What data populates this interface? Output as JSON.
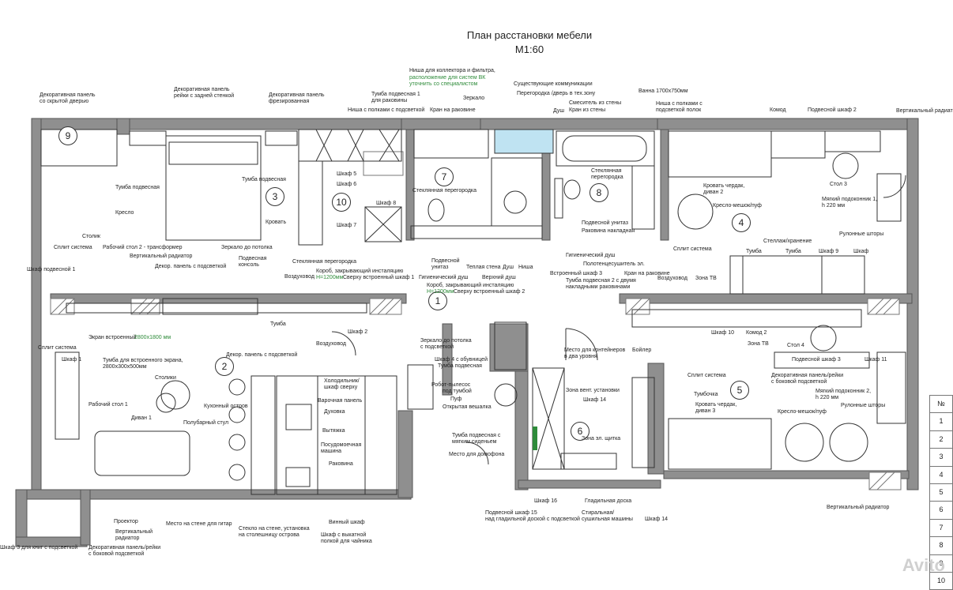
{
  "title": {
    "line1": "План расстановки мебели",
    "line2": "М1:60"
  },
  "rooms": [
    "1",
    "2",
    "3",
    "4",
    "5",
    "6",
    "7",
    "8",
    "9",
    "10"
  ],
  "legend": {
    "header": "№",
    "rows": [
      "1",
      "2",
      "3",
      "4",
      "5",
      "6",
      "7",
      "8",
      "9",
      "10"
    ]
  },
  "watermark": "Avito",
  "labels": {
    "l1": "Декоративная панель",
    "l2": "со скрытой дверью",
    "l3": "Декоративная панель",
    "l4": "рейки с задней стенкой",
    "l5": "Декоративная панель",
    "l6": "фрезированная",
    "l7": "Ниша для коллектора и фильтра,",
    "l8": "расположение для систем ВК",
    "l9": "уточнить со специалистом",
    "l10": "Существующие коммуникации",
    "l11": "Тумба подвесная 1",
    "l12": "для раковины",
    "l13": "Зеркало",
    "l14": "Перегородка /дверь в тех.зону",
    "l15": "Ванна 1700х750мм",
    "l16": "Ниша с полками с подсветкой",
    "l17": "Кран на раковине",
    "l18": "Душ",
    "l19": "Смеситель из стены",
    "l20": "Кран из стены",
    "l21": "Ниша с полками с",
    "l22": "подсветкой полок",
    "l23": "Комод",
    "l24": "Подвесной шкаф 2",
    "l25": "Вертикальный радиатор",
    "l26": "Тумба подвесная",
    "l27": "Тумба подвесная",
    "l28": "Шкаф 5",
    "l29": "Шкаф 6",
    "l30": "Стеклянная перегородка",
    "l31": "Стеклянная",
    "l32": "перегородка",
    "l33": "Кровать чердак,",
    "l34": "диван 2",
    "l35": "Стол 3",
    "l36": "Кресло",
    "l37": "Шкаф 8",
    "l38": "Мягкий подоконник 1,",
    "l39": "h 220 мм",
    "l40": "Кресло-мешок/пуф",
    "l41": "Кровать",
    "l42": "Шкаф 7",
    "l43": "Подвесной унитаз",
    "l44": "Раковина накладная",
    "l45": "Столик",
    "l46": "Рулонные шторы",
    "l47": "Стеллаж/хранение",
    "l48": "Сплит система",
    "l49": "Рабочий стол 2 - трансформер",
    "l50": "Зеркало до потолка",
    "l51": "Вертикальный радиатор",
    "l52": "Подвесная",
    "l53": "консоль",
    "l54": "Тумба",
    "l55": "Тумба",
    "l56": "Шкаф 9",
    "l57": "Шкаф",
    "l58": "Гигиенический душ",
    "l59": "Сплит система",
    "l60": "Шкаф подвесной 1",
    "l61": "Декор. панель с подсветкой",
    "l62": "Стеклянная перегородка",
    "l63": "Подвесной",
    "l64": "унитаз",
    "l65": "Теплая стена",
    "l66": "Душ",
    "l67": "Ниша",
    "l68": "Полотенцесушитель эл.",
    "l69": "Встроенный шкаф 3",
    "l70": "Кран на раковине",
    "l71": "Воздуховод",
    "l72": "Короб, закрывающий инсталяцию",
    "l73": "Н=1200мм",
    "l74": "Сверху встроенный шкаф 1",
    "l75": "Гигиенический душ",
    "l76": "Верхний душ",
    "l77": "Воздуховод",
    "l78": "Зона ТВ",
    "l79": "Тумба подвесная 2 с двумя",
    "l80": "накладными раковинами",
    "l81": "Короб, закрывающий инсталяцию",
    "l82": "Н=1200мм",
    "l83": "Сверху встроенный шкаф 2",
    "l84": "Тумба",
    "l85": "Шкаф 2",
    "l86": "Экран встроенный",
    "l87": "2800х1800 мм",
    "l88": "Зеркало до потолка",
    "l89": "с подсветкой",
    "l90": "Шкаф 10",
    "l91": "Комод 2",
    "l92": "Сплит система",
    "l93": "Воздуховод",
    "l94": "Место для контейнеров",
    "l95": "в два уровня",
    "l96": "Бойлер",
    "l97": "Зона ТВ",
    "l98": "Стол 4",
    "l99": "Шкаф 11",
    "l100": "Шкаф 1",
    "l101": "Тумба для встроенного экрана,",
    "l102": "2800х300х500мм",
    "l103": "Декор. панель с подсветкой",
    "l104": "Шкаф 4 с обувницей",
    "l105": "Подвесной шкаф 3",
    "l106": "Холодильник/",
    "l107": "шкаф сверху",
    "l108": "Тумба подвесная",
    "l109": "Сплит система",
    "l110": "Декоративная панель/рейки",
    "l111": "с боковой подсветкой",
    "l112": "Столики",
    "l113": "Варочная панель",
    "l114": "Робот-пылесос",
    "l115": "под тумбой",
    "l116": "Мягкий подоконник 2,",
    "l117": "h 220 мм",
    "l118": "Кухонный остров",
    "l119": "Духовка",
    "l120": "Пуф",
    "l121": "Зона вент. установки",
    "l122": "Тумбочка",
    "l123": "Рабочий стол 1",
    "l124": "Открытая вешалка",
    "l125": "Шкаф 14",
    "l126": "Кровать чердак,",
    "l127": "диван 3",
    "l128": "Рулонные шторы",
    "l129": "Диван 1",
    "l130": "Полубарный стул",
    "l131": "Вытяжка",
    "l132": "Кресло-мешок/пуф",
    "l133": "Тумба подвесная с",
    "l134": "мягким сиденьем",
    "l135": "Зона эл. щитка",
    "l136": "Посудомоечная",
    "l137": "машина",
    "l138": "Место для домофона",
    "l139": "Раковина",
    "l140": "Шкаф 16",
    "l141": "Гладильная доска",
    "l142": "Вертикальный радиатор",
    "l143": "Подвесной шкаф 15",
    "l144": "над гладильной доской с подсветкой",
    "l145": "Стиральная/",
    "l146": "сушильная машины",
    "l147": "Шкаф 14",
    "l148": "Проектор",
    "l149": "Вертикальный",
    "l150": "радиатор",
    "l151": "Место на стене для гитар",
    "l152": "Стекло на стене, установка",
    "l153": "на столешницу острова",
    "l154": "Винный шкаф",
    "l155": "Шкаф 3 для книг с подсветкой",
    "l156": "Декоративная панель/рейки",
    "l157": "с боковой подсветкой",
    "l158": "Шкаф с выкатной",
    "l159": "полкой для чайника"
  },
  "colors": {
    "wall": "#8f8f8f",
    "line": "#333333",
    "glass": "#bfe3f2",
    "accent_green": "#2e8b3a"
  }
}
